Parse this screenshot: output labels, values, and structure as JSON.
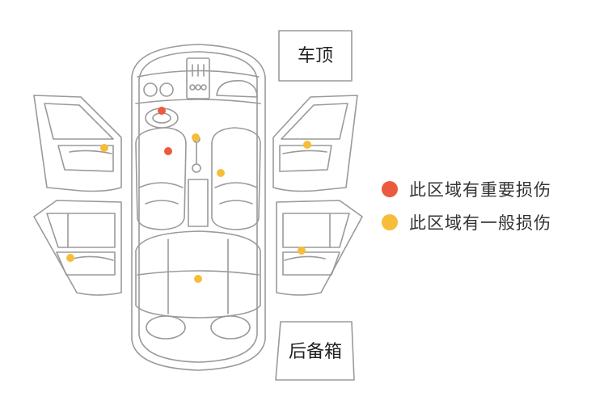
{
  "labels": {
    "roof": "车顶",
    "trunk": "后备箱"
  },
  "legend": [
    {
      "text": "此区域有重要损伤",
      "color": "#ec5a3d",
      "severity": "major"
    },
    {
      "text": "此区域有一般损伤",
      "color": "#f6bd3a",
      "severity": "minor"
    }
  ],
  "damage_markers": [
    {
      "zone": "steering-wheel",
      "severity": "major"
    },
    {
      "zone": "driver-seat",
      "severity": "major"
    },
    {
      "zone": "center-console",
      "severity": "minor"
    },
    {
      "zone": "passenger-seat",
      "severity": "minor"
    },
    {
      "zone": "front-left-door",
      "severity": "minor"
    },
    {
      "zone": "front-right-door",
      "severity": "minor"
    },
    {
      "zone": "rear-left-door",
      "severity": "minor"
    },
    {
      "zone": "rear-right-door",
      "severity": "minor"
    },
    {
      "zone": "rear-seat",
      "severity": "minor"
    }
  ],
  "colors": {
    "outline": "#9a9a9a",
    "major": "#ec5a3d",
    "minor": "#f6bd3a"
  }
}
